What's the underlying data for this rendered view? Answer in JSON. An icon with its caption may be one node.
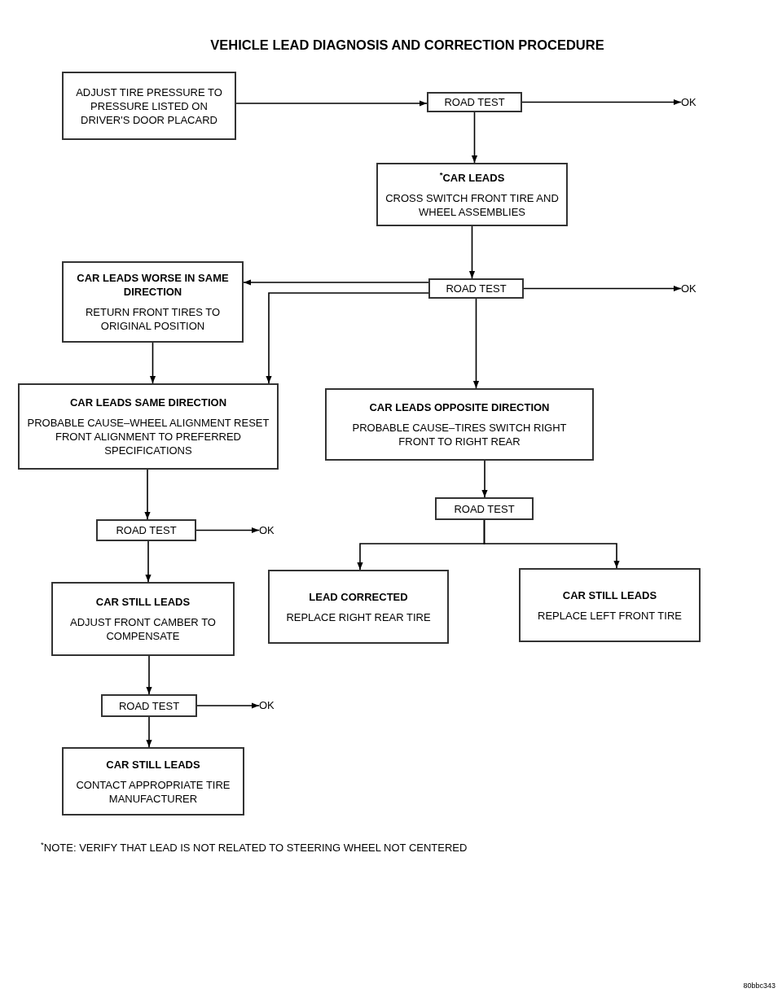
{
  "diagram": {
    "title": "VEHICLE LEAD DIAGNOSIS AND CORRECTION PROCEDURE",
    "nodes": [
      {
        "text": [
          "ADJUST TIRE PRESSURE TO PRESSURE LISTED ON DRIVER'S DOOR PLACARD"
        ]
      },
      {
        "text": [
          "ROAD TEST"
        ]
      },
      {
        "text": [
          "OK"
        ]
      },
      {
        "text": [
          "$^{*}$CAR LEADS",
          "CROSS SWITCH FRONT TIRE AND WHEEL ASSEMBLIES"
        ]
      },
      {
        "text": [
          "ROAD TEST"
        ]
      },
      {
        "text": [
          "OK"
        ]
      },
      {
        "text": [
          "CAR LEADS WORSE IN SAME DIRECTION",
          "RETURN FRONT TIRES TO ORIGINAL POSITION"
        ]
      },
      {
        "text": [
          "CAR LEADS SAME DIRECTION",
          "PROBABLE CAUSE–WHEEL ALIGNMENT RESET FRONT ALIGNMENT TO PREFERRED SPECIFICATIONS"
        ]
      },
      {
        "text": [
          "CAR LEADS OPPOSITE DIRECTION",
          "PROBABLE CAUSE–TIRES SWITCH RIGHT FRONT TO RIGHT REAR"
        ]
      },
      {
        "text": [
          "ROAD TEST"
        ]
      },
      {
        "text": [
          "OK"
        ]
      },
      {
        "text": [
          "CAR STILL LEADS",
          "ADJUST FRONT CAMBER TO COMPENSATE"
        ]
      },
      {
        "text": [
          "ROAD TEST"
        ]
      },
      {
        "text": [
          "LEAD CORRECTED",
          "REPLACE RIGHT REAR TIRE"
        ]
      },
      {
        "text": [
          "CAR STILL LEADS",
          "REPLACE LEFT FRONT TIRE"
        ]
      },
      {
        "text": [
          "ROAD TEST"
        ]
      },
      {
        "text": [
          "OK"
        ]
      },
      {
        "text": [
          "CAR STILL LEADS",
          "CONTACT APPROPRIATE TIRE MANUFACTURER"
        ]
      }
    ],
    "edges": [
      {
        "from": 0,
        "to": 1,
        "arrow": "to"
      },
      {
        "from": 1,
        "to": 2,
        "arrow": "to"
      },
      {
        "from": 1,
        "to": 3,
        "arrow": "to"
      },
      {
        "from": 3,
        "to": 4,
        "arrow": "to"
      },
      {
        "from": 4,
        "to": 5,
        "arrow": "to"
      },
      {
        "from": 4,
        "to": 6,
        "arrow": "to"
      },
      {
        "from": 4,
        "to": 7,
        "arrow": "to"
      },
      {
        "from": 4,
        "to": 8,
        "arrow": "to"
      },
      {
        "from": 6,
        "to": 7,
        "arrow": "to"
      },
      {
        "from": 7,
        "to": 9,
        "arrow": "to"
      },
      {
        "from": 9,
        "to": 10,
        "arrow": "to"
      },
      {
        "from": 9,
        "to": 11,
        "arrow": "to"
      },
      {
        "from": 8,
        "to": 12,
        "arrow": "to"
      },
      {
        "from": 12,
        "to": 13,
        "arrow": "to"
      },
      {
        "from": 12,
        "to": 14,
        "arrow": "to"
      },
      {
        "from": 11,
        "to": 15,
        "arrow": "to"
      },
      {
        "from": 15,
        "to": 16,
        "arrow": "to"
      },
      {
        "from": 15,
        "to": 17,
        "arrow": "to"
      }
    ],
    "labels": [
      "$^{*}$NOTE: VERIFY THAT LEAD IS NOT RELATED TO STEERING WHEEL NOT CENTERED",
      "80bbc343"
    ]
  }
}
